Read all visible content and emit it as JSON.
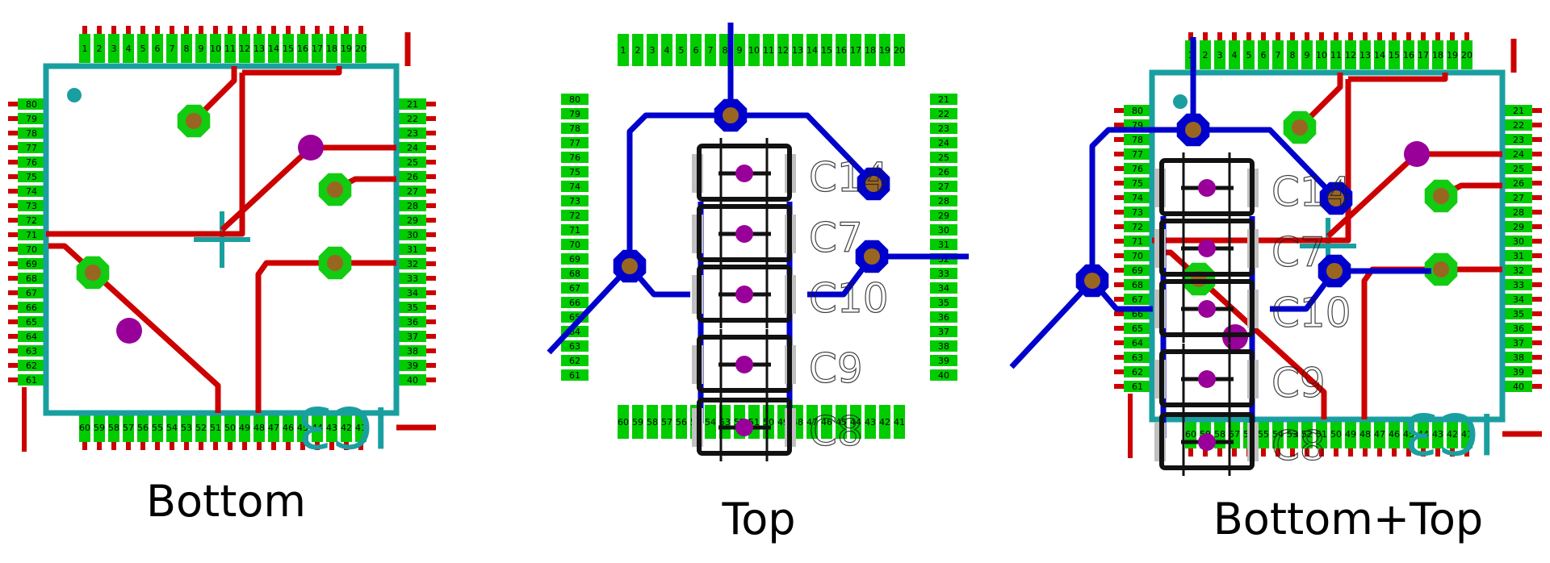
{
  "captions": {
    "bottom": "Bottom",
    "top": "Top",
    "both": "Bottom+Top"
  },
  "ic_label": "IC3",
  "cap_labels": [
    "C14",
    "C7",
    "C10",
    "C9",
    "C8"
  ],
  "pins": {
    "top_row": [
      "1",
      "2",
      "3",
      "4",
      "5",
      "6",
      "7",
      "8",
      "9",
      "10",
      "11",
      "12",
      "13",
      "14",
      "15",
      "16",
      "17",
      "18",
      "19",
      "20"
    ],
    "right_col": [
      "21",
      "22",
      "23",
      "24",
      "25",
      "26",
      "27",
      "28",
      "29",
      "30",
      "31",
      "32",
      "33",
      "34",
      "35",
      "36",
      "37",
      "38",
      "39",
      "40"
    ],
    "bottom_row": [
      "60",
      "59",
      "58",
      "57",
      "56",
      "55",
      "54",
      "53",
      "52",
      "51",
      "50",
      "49",
      "48",
      "47",
      "46",
      "45",
      "44",
      "43",
      "42",
      "41"
    ],
    "left_col": [
      "80",
      "79",
      "78",
      "77",
      "76",
      "75",
      "74",
      "73",
      "72",
      "71",
      "70",
      "69",
      "68",
      "67",
      "66",
      "65",
      "64",
      "63",
      "62",
      "61"
    ]
  },
  "colors": {
    "pad": "#00cc00",
    "bottom_trace": "#cc0000",
    "top_trace": "#0000cc",
    "outline": "#1a9fa0",
    "via_pad_bottom": "#11cc11",
    "via_pad_top": "#0000cc",
    "drill": "#996622",
    "purple_via": "#990099",
    "cap_pad": "#c0c0c0",
    "silk": "#111111"
  }
}
